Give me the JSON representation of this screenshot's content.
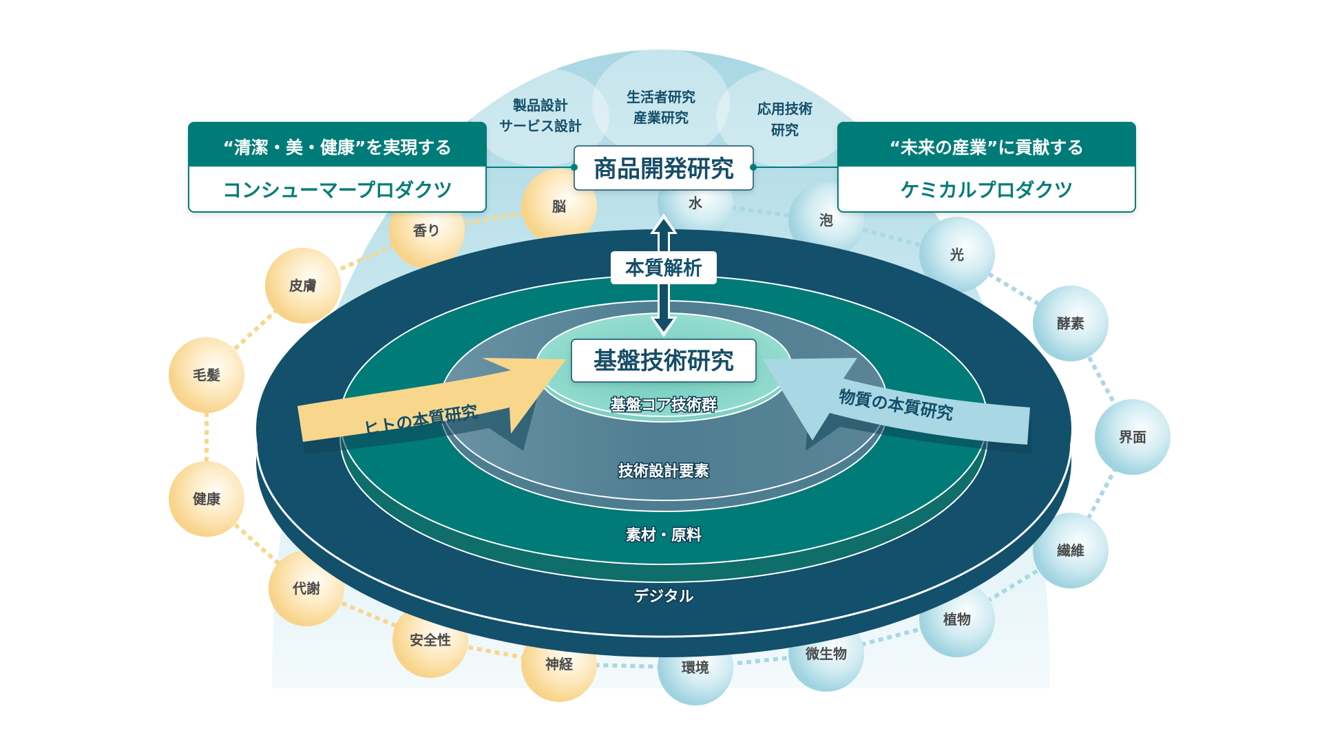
{
  "colors": {
    "teal": "#007b78",
    "navy": "#12506b",
    "slate": "#5c8597",
    "mint": "#93ddd0",
    "dome": "#aad8e4",
    "yellow": "#f8d68c",
    "lightblue": "#a9d8e4",
    "text_dark": "#134e68",
    "bubble_text": "#4a4a4a"
  },
  "panels": {
    "consumer": {
      "headline": "“清潔・美・健康”を実現する",
      "title": "コンシューマープロダクツ"
    },
    "chemical": {
      "headline": "“未来の産業”に貢献する",
      "title": "ケミカルプロダクツ"
    }
  },
  "dome": {
    "items": [
      {
        "line1": "製品設計",
        "line2": "サービス設計"
      },
      {
        "line1": "生活者研究",
        "line2": "産業研究"
      },
      {
        "line1": "応用技術",
        "line2": "研究"
      }
    ]
  },
  "product_dev": {
    "title": "商品開発研究"
  },
  "essence_analysis": {
    "label": "本質解析"
  },
  "core": {
    "title": "基盤技術研究",
    "subtitle": "基盤コア技術群"
  },
  "rings": {
    "tech_design": "技術設計要素",
    "materials": "素材・原料",
    "digital": "デジタル"
  },
  "arrows": {
    "human": "ヒトの本質研究",
    "substance": "物質の本質研究"
  },
  "human_bubbles": [
    "脳",
    "香り",
    "皮膚",
    "毛髪",
    "健康",
    "代謝",
    "安全性",
    "神経"
  ],
  "substance_bubbles": [
    "水",
    "泡",
    "光",
    "酵素",
    "界面",
    "繊維",
    "植物",
    "微生物",
    "環境"
  ]
}
